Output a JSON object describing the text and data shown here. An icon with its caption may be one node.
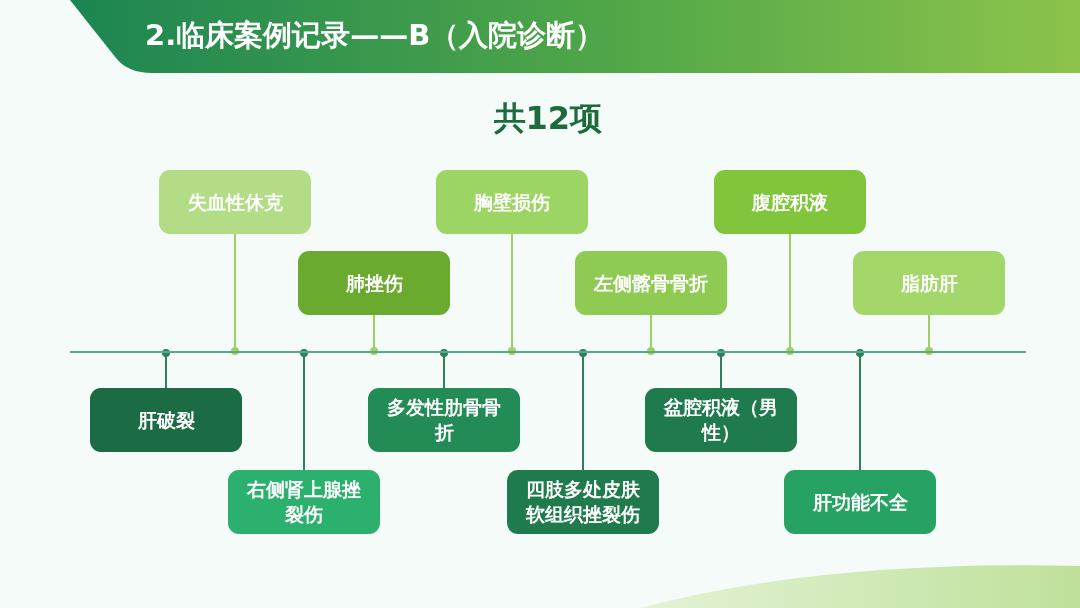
{
  "diagram": {
    "title": "2.临床案例记录——B（入院诊断）",
    "nodes": [
      {
        "text": [
          "肝破裂"
        ]
      },
      {
        "text": [
          "失血性休克"
        ]
      },
      {
        "text": [
          "右侧肾上腺挫裂伤"
        ]
      },
      {
        "text": [
          "肺挫伤"
        ]
      },
      {
        "text": [
          "多发性肋骨骨折"
        ]
      },
      {
        "text": [
          "胸壁损伤"
        ]
      },
      {
        "text": [
          "四肢多处皮肤软组织挫裂伤"
        ]
      },
      {
        "text": [
          "左侧髂骨骨折"
        ]
      },
      {
        "text": [
          "盆腔积液（男性）"
        ]
      },
      {
        "text": [
          "腹腔积液"
        ]
      },
      {
        "text": [
          "肝功能不全"
        ]
      },
      {
        "text": [
          "脂肪肝"
        ]
      },
      {
        "text": [],
        "shape": "line"
      }
    ],
    "edges": [
      {
        "from": 0,
        "to": 12,
        "arrow": "other",
        "color": "#2f7f5c"
      },
      {
        "from": 1,
        "to": 12,
        "arrow": "other",
        "color": "#9fd067"
      },
      {
        "from": 2,
        "to": 12,
        "arrow": "other",
        "color": "#2f7f5c"
      },
      {
        "from": 3,
        "to": 12,
        "arrow": "other",
        "color": "#9fd067"
      },
      {
        "from": 4,
        "to": 12,
        "arrow": "other",
        "color": "#2f7f5c"
      },
      {
        "from": 5,
        "to": 12,
        "arrow": "other",
        "color": "#9fd067"
      },
      {
        "from": 6,
        "to": 12,
        "arrow": "other",
        "color": "#2f7f5c"
      },
      {
        "from": 7,
        "to": 12,
        "arrow": "other",
        "color": "#9fd067"
      },
      {
        "from": 8,
        "to": 12,
        "arrow": "other",
        "color": "#2f7f5c"
      },
      {
        "from": 9,
        "to": 12,
        "arrow": "other",
        "color": "#9fd067"
      },
      {
        "from": 10,
        "to": 12,
        "arrow": "other",
        "color": "#2f7f5c"
      },
      {
        "from": 11,
        "to": 12,
        "arrow": "other",
        "color": "#9fd067"
      }
    ],
    "labels": [
      "共12项"
    ]
  }
}
